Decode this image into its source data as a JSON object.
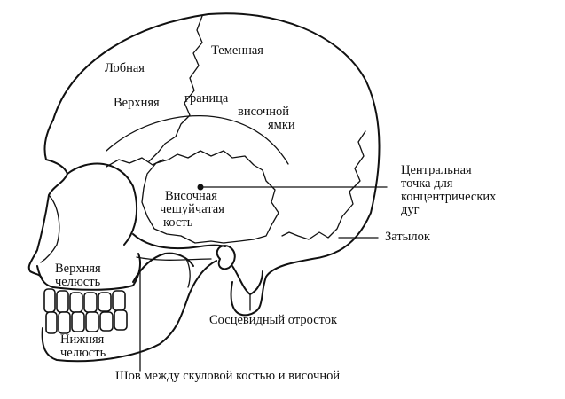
{
  "labels": {
    "frontal": "Лобная",
    "parietal": "Теменная",
    "upper": "Верхняя",
    "border": "граница",
    "temporal_of": "височной",
    "fossa": "ямки",
    "central_point_1": "Центральная",
    "central_point_2": "точка для",
    "central_point_3": "концентрических",
    "central_point_4": "дуг",
    "temporal_squama_1": "Височная",
    "temporal_squama_2": "чешуйчатая",
    "temporal_squama_3": "кость",
    "occiput": "Затылок",
    "maxilla_1": "Верхняя",
    "maxilla_2": "челюсть",
    "mandible_1": "Нижняя",
    "mandible_2": "челюсть",
    "mastoid": "Сосцевидный отросток",
    "suture": "Шов между скуловой костью и височной"
  }
}
